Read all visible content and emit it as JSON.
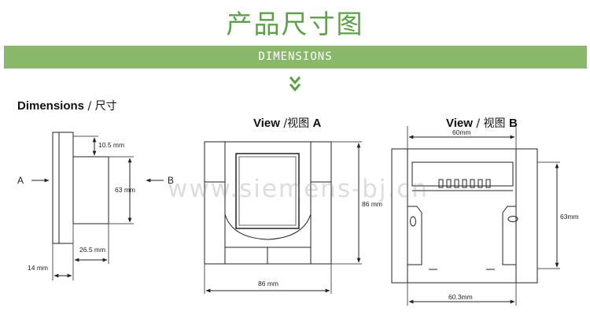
{
  "header": {
    "title": "产品尺寸图",
    "banner": "DIMENSIONS"
  },
  "sections": {
    "side": {
      "label_bold": "Dimensions",
      "label_rest": " / 尺寸"
    },
    "view_a": {
      "label_bold_1": "View",
      "label_mid": " /视图 ",
      "label_bold_2": "A"
    },
    "view_b": {
      "label_bold_1": "View",
      "label_mid": " / 视图 ",
      "label_bold_2": "B"
    }
  },
  "side_view": {
    "arrow_a": "A",
    "arrow_b": "B",
    "dim_top": "10.5 mm",
    "dim_height": "63 mm",
    "dim_depth": "26.5 mm",
    "dim_front": "14 mm"
  },
  "view_a_dims": {
    "height": "86 mm",
    "width": "86 mm"
  },
  "view_b_dims": {
    "top_width": "60mm",
    "height": "63mm",
    "bottom_width": "60.3mm"
  },
  "watermark": "www.siemens-bj.cn",
  "colors": {
    "accent": "#89b86a",
    "title": "#5ea04a",
    "line": "#222222"
  }
}
